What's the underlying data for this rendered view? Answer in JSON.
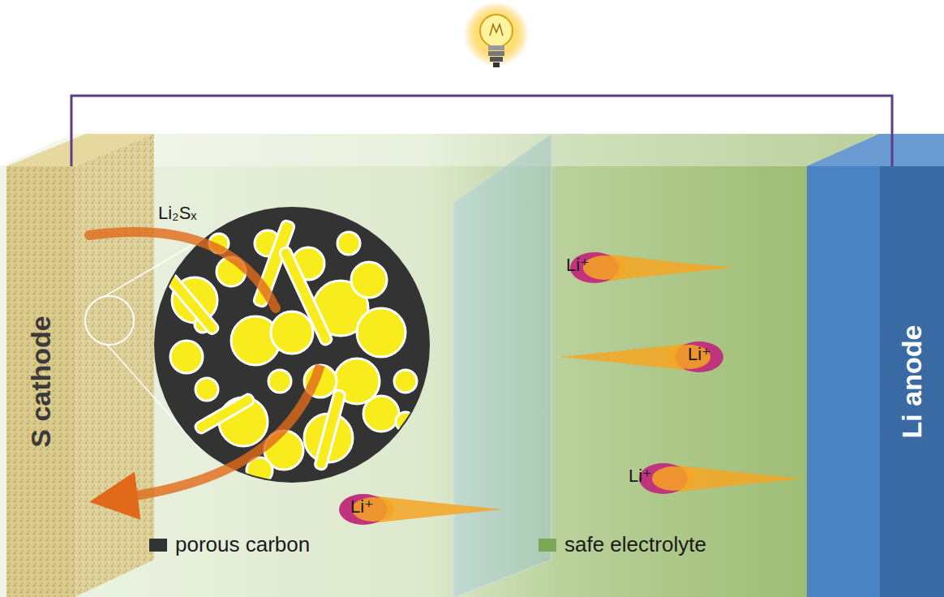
{
  "diagram": {
    "nodes": [
      {
        "text": [
          "S cathode"
        ]
      },
      {
        "text": [
          "Li anode"
        ]
      }
    ],
    "edges": [
      {
        "from": 0,
        "to": 1,
        "arrow": "none"
      }
    ],
    "labels": [
      "Li₂Sₓ",
      "Li⁺",
      "Li⁺",
      "Li⁺",
      "Li⁺"
    ],
    "legend": [
      {
        "text": "porous carbon",
        "color": "#333333"
      },
      {
        "text": "safe electrolyte",
        "color": "#7da65a"
      }
    ]
  }
}
